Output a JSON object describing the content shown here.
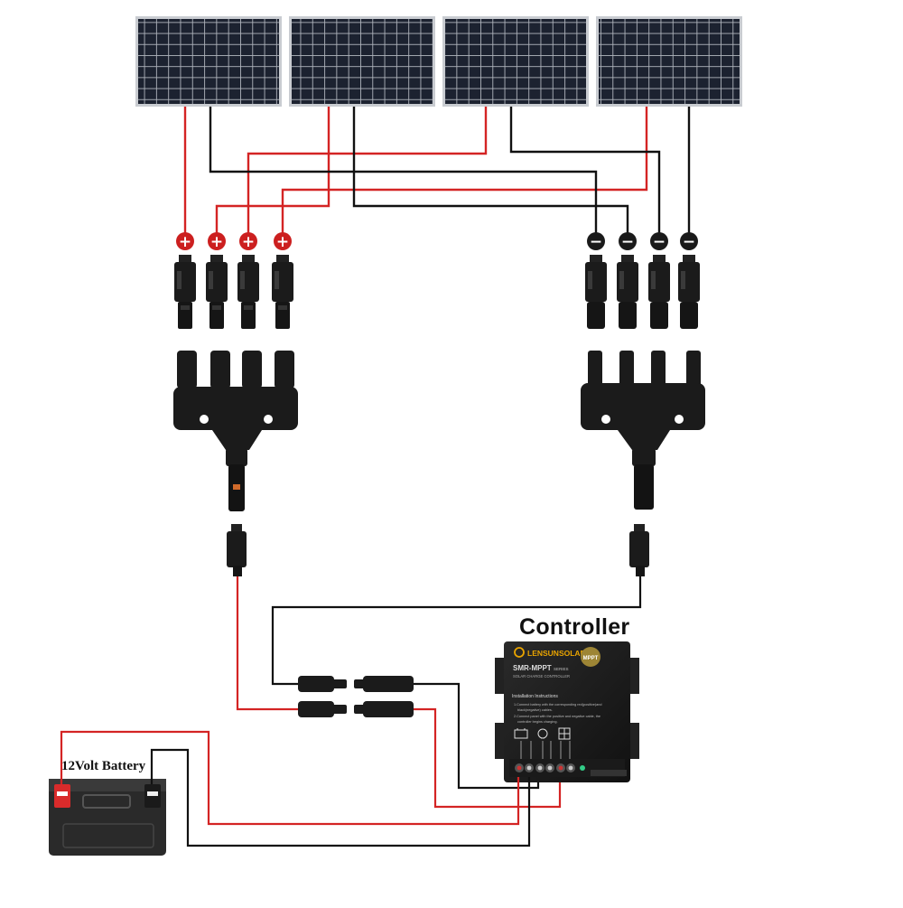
{
  "labels": {
    "controller": "Controller",
    "battery": "12Volt Battery"
  },
  "controller_face": {
    "brand": "LENSUNSOLAR",
    "model": "SMR-MPPT",
    "model_suffix": "SERIES",
    "subtitle": "SOLAR CHARGE CONTROLLER",
    "badge": "MPPT",
    "instructions_title": "Installation Instructions",
    "instructions_line_1": "1.Connect battery with the corresponding red(positive)and",
    "instructions_line_2": "black(negative) cables.",
    "instructions_line_3": "2.Connect panel with the positive and negative cable, the",
    "instructions_line_4": "controller begins charging."
  },
  "polarity_symbols": {
    "positive": "+",
    "negative": "−"
  },
  "colors": {
    "positive_wire": "#d42424",
    "negative_wire": "#111111",
    "positive_marker": "#cc1f1f",
    "negative_marker": "#1a1a1a",
    "panel_cell": "#1c2230",
    "panel_frame": "#c9ccd1",
    "connector_body": "#1b1b1b",
    "battery_body": "#2a2a2a",
    "battery_terminal_positive": "#d92b2b"
  }
}
